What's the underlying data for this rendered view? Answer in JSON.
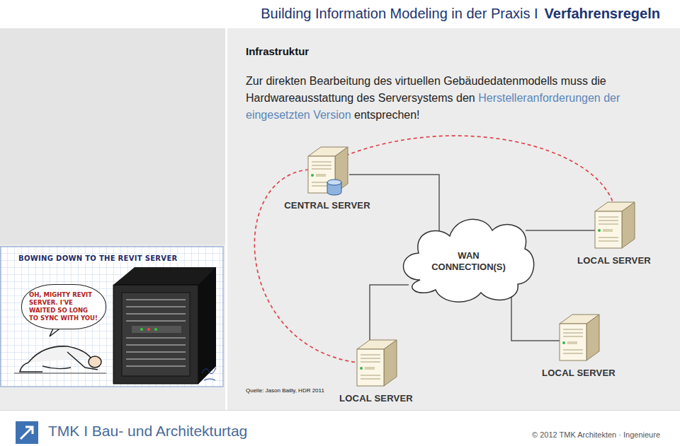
{
  "diagram": {
    "title": "Building Information Modeling in der Praxis I",
    "nodes": [
      {
        "text": [
          "CENTRAL SERVER"
        ]
      },
      {
        "text": [
          "WAN CONNECTION(S)"
        ]
      },
      {
        "text": [
          "LOCAL SERVER"
        ]
      },
      {
        "text": [
          "LOCAL SERVER"
        ]
      },
      {
        "text": [
          "LOCAL SERVER"
        ]
      },
      {
        "text": [
          "OH, MIGHTY REVIT SERVER. I'VE WAITED SO LONG TO SYNC WITH YOU!"
        ]
      }
    ],
    "edges": [
      {
        "from": 0,
        "to": 1,
        "arrow": "none"
      },
      {
        "from": 1,
        "to": 2,
        "arrow": "none"
      },
      {
        "from": 1,
        "to": 3,
        "arrow": "none"
      },
      {
        "from": 1,
        "to": 4,
        "arrow": "none"
      },
      {
        "from": 0,
        "to": 2,
        "arrow": "none"
      },
      {
        "from": 0,
        "to": 4,
        "arrow": "none"
      }
    ],
    "labels": [
      "Verfahrensregeln",
      "Infrastruktur",
      "Zur direkten Bearbeitung des virtuellen Gebäudedatenmodells muss die Hardwareausstattung des Serversystems den",
      "Herstelleranforderungen der eingesetzten Version",
      "entsprechen!",
      "BOWING DOWN TO THE REVIT SERVER",
      "Quelle: Jason Bailly, HDR 2011",
      "TMK I Bau- und Architekturtag",
      "© 2012 TMK Architekten · Ingenieure"
    ]
  }
}
